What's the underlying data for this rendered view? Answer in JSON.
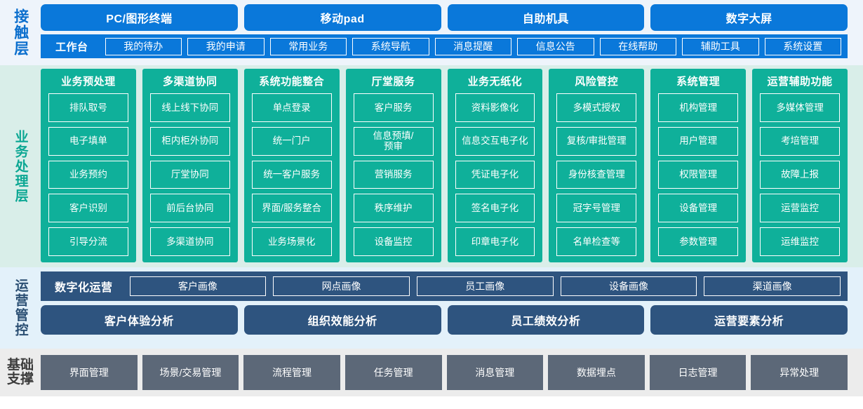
{
  "colors": {
    "contact_blue": "#0a78da",
    "contact_bg": "#eef4fb",
    "biz_teal": "#0fb09a",
    "biz_bg": "#d9eee9",
    "ops_slate": "#2e547f",
    "ops_bg": "#e3f1fa",
    "base_gray": "#5c6878",
    "base_bg": "#ececec"
  },
  "contact_layer": {
    "label": "接触层",
    "channels": [
      "PC/图形终端",
      "移动pad",
      "自助机具",
      "数字大屏"
    ],
    "workbench_title": "工作台",
    "workbench_items": [
      "我的待办",
      "我的申请",
      "常用业务",
      "系统导航",
      "消息提醒",
      "信息公告",
      "在线帮助",
      "辅助工具",
      "系统设置"
    ]
  },
  "business_layer": {
    "label": "业务处理层",
    "columns": [
      {
        "title": "业务预处理",
        "items": [
          "排队取号",
          "电子填单",
          "业务预约",
          "客户识别",
          "引导分流"
        ]
      },
      {
        "title": "多渠道协同",
        "items": [
          "线上线下协同",
          "柜内柜外协同",
          "厅堂协同",
          "前后台协同",
          "多渠道协同"
        ]
      },
      {
        "title": "系统功能整合",
        "items": [
          "单点登录",
          "统一门户",
          "统一客户服务",
          "界面/服务整合",
          "业务场景化"
        ]
      },
      {
        "title": "厅堂服务",
        "items": [
          "客户服务",
          "信息预填/\n预审",
          "营销服务",
          "秩序维护",
          "设备监控"
        ]
      },
      {
        "title": "业务无纸化",
        "items": [
          "资料影像化",
          "信息交互电子化",
          "凭证电子化",
          "签名电子化",
          "印章电子化"
        ]
      },
      {
        "title": "风险管控",
        "items": [
          "多模式授权",
          "复核/审批管理",
          "身份核查管理",
          "冠字号管理",
          "名单检查等"
        ]
      },
      {
        "title": "系统管理",
        "items": [
          "机构管理",
          "用户管理",
          "权限管理",
          "设备管理",
          "参数管理"
        ]
      },
      {
        "title": "运营辅助功能",
        "items": [
          "多媒体管理",
          "考培管理",
          "故障上报",
          "运营监控",
          "运维监控"
        ]
      }
    ]
  },
  "operations_layer": {
    "label": "运营管控",
    "digital_title": "数字化运营",
    "portraits": [
      "客户画像",
      "网点画像",
      "员工画像",
      "设备画像",
      "渠道画像"
    ],
    "analyses": [
      "客户体验分析",
      "组织效能分析",
      "员工绩效分析",
      "运营要素分析"
    ]
  },
  "base_layer": {
    "label_line1": "基础",
    "label_line2": "支撑",
    "items": [
      "界面管理",
      "场景/交易管理",
      "流程管理",
      "任务管理",
      "消息管理",
      "数据埋点",
      "日志管理",
      "异常处理"
    ]
  }
}
